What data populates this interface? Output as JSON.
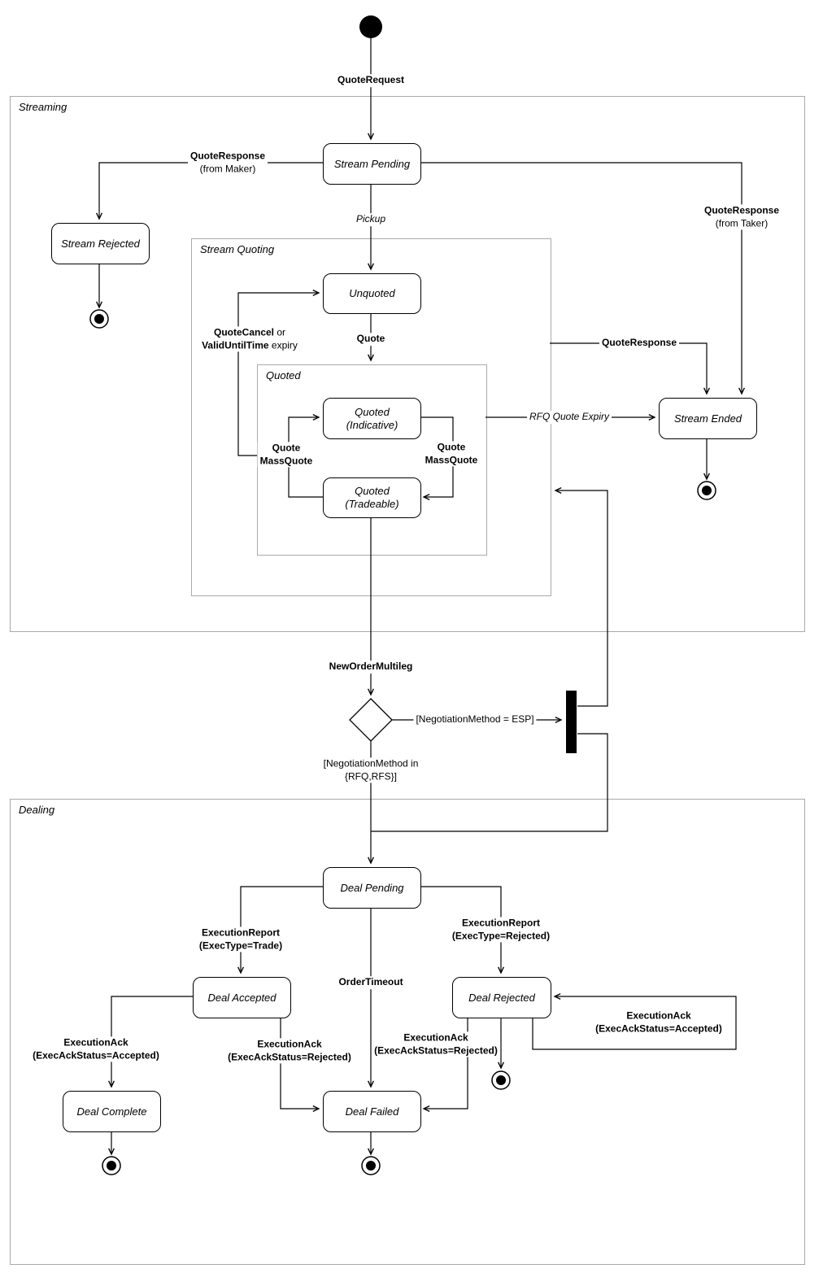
{
  "regions": {
    "streaming": {
      "label": "Streaming"
    },
    "stream_quoting": {
      "label": "Stream Quoting"
    },
    "quoted": {
      "label": "Quoted"
    },
    "dealing": {
      "label": "Dealing"
    }
  },
  "states": {
    "stream_pending": {
      "label": "Stream Pending"
    },
    "stream_rejected": {
      "label": "Stream Rejected"
    },
    "unquoted": {
      "label": "Unquoted"
    },
    "quoted_indicative": {
      "label": "Quoted\n(Indicative)"
    },
    "quoted_tradeable": {
      "label": "Quoted\n(Tradeable)"
    },
    "stream_ended": {
      "label": "Stream Ended"
    },
    "deal_pending": {
      "label": "Deal Pending"
    },
    "deal_accepted": {
      "label": "Deal Accepted"
    },
    "deal_rejected": {
      "label": "Deal Rejected"
    },
    "deal_complete": {
      "label": "Deal Complete"
    },
    "deal_failed": {
      "label": "Deal Failed"
    }
  },
  "transitions": {
    "quote_request": {
      "event": "QuoteRequest"
    },
    "quote_response_maker": {
      "event": "QuoteResponse",
      "qualifier": "(from Maker)"
    },
    "quote_response_taker": {
      "event": "QuoteResponse",
      "qualifier": "(from Taker)"
    },
    "pickup": {
      "event": "Pickup"
    },
    "quote": {
      "event": "Quote"
    },
    "quote_cancel": {
      "bold1": "QuoteCancel",
      "plain1": " or",
      "bold2": "ValidUntilTime",
      "plain2": " expiry"
    },
    "mass_quote_left": {
      "event": "Quote\nMassQuote"
    },
    "mass_quote_right": {
      "event": "Quote\nMassQuote"
    },
    "quote_response": {
      "event": "QuoteResponse"
    },
    "rfq_quote_expiry": {
      "event": "RFQ Quote Expiry"
    },
    "new_order_multileg": {
      "event": "NewOrderMultileg"
    },
    "guard_esp": {
      "guard": "[NegotiationMethod = ESP]"
    },
    "guard_rfq_rfs": {
      "guard": "[NegotiationMethod in\n{RFQ,RFS}]"
    },
    "exec_report_trade": {
      "event": "ExecutionReport\n(ExecType=Trade)"
    },
    "exec_report_rejected": {
      "event": "ExecutionReport\n(ExecType=Rejected)"
    },
    "order_timeout": {
      "event": "OrderTimeout"
    },
    "exec_ack_accepted": {
      "event": "ExecutionAck\n(ExecAckStatus=Accepted)"
    },
    "exec_ack_rejected_from_accepted": {
      "event": "ExecutionAck\n(ExecAckStatus=Rejected)"
    },
    "exec_ack_rejected_from_rejected": {
      "event": "ExecutionAck\n(ExecAckStatus=Rejected)"
    },
    "exec_ack_accepted_loop": {
      "event": "ExecutionAck\n(ExecAckStatus=Accepted)"
    }
  }
}
